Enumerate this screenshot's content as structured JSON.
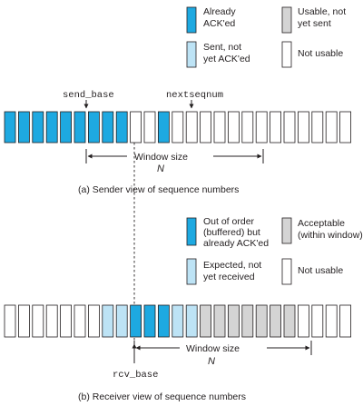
{
  "colors": {
    "acked": "#1ea9e1",
    "sent_not_acked": "#bde3f5",
    "usable_not_sent": "#d4d4d4",
    "not_usable": "#ffffff",
    "out_of_order": "#1ea9e1",
    "expected": "#bde3f5",
    "acceptable": "#d4d4d4",
    "stroke": "#231f20"
  },
  "sender": {
    "legend": {
      "acked": [
        "Already",
        "ACK'ed"
      ],
      "sent": [
        "Sent, not",
        "yet ACK'ed"
      ],
      "usable": [
        "Usable, not",
        "yet sent"
      ],
      "not_usable": [
        "Not usable"
      ]
    },
    "send_base": "send_base",
    "nextseqnum": "nextseqnum",
    "window_label": "Window size",
    "window_n": "N",
    "caption": "(a) Sender view of sequence numbers",
    "cells": [
      "acked",
      "acked",
      "acked",
      "acked",
      "acked",
      "acked",
      "acked",
      "acked",
      "acked",
      "sent",
      "sent",
      "acked",
      "sent",
      "sent",
      "usable",
      "usable",
      "usable",
      "usable",
      "usable",
      "usable",
      "usable",
      "not_usable",
      "not_usable",
      "not_usable",
      "not_usable"
    ]
  },
  "receiver": {
    "legend": {
      "out_of_order": [
        "Out of order",
        "(buffered) but",
        "already ACK'ed"
      ],
      "acceptable": [
        "Acceptable",
        "(within window)"
      ],
      "expected": [
        "Expected, not",
        "yet received"
      ],
      "not_usable": [
        "Not usable"
      ]
    },
    "rcv_base": "rcv_base",
    "window_label": "Window size",
    "window_n": "N",
    "caption": "(b) Receiver view of sequence numbers",
    "cells": [
      "not_usable",
      "not_usable",
      "not_usable",
      "not_usable",
      "not_usable",
      "not_usable",
      "not_usable",
      "expected",
      "expected",
      "out_of_order",
      "out_of_order",
      "out_of_order",
      "expected",
      "expected",
      "acceptable",
      "acceptable",
      "acceptable",
      "acceptable",
      "acceptable",
      "acceptable",
      "acceptable",
      "not_usable",
      "not_usable",
      "not_usable",
      "not_usable"
    ]
  }
}
